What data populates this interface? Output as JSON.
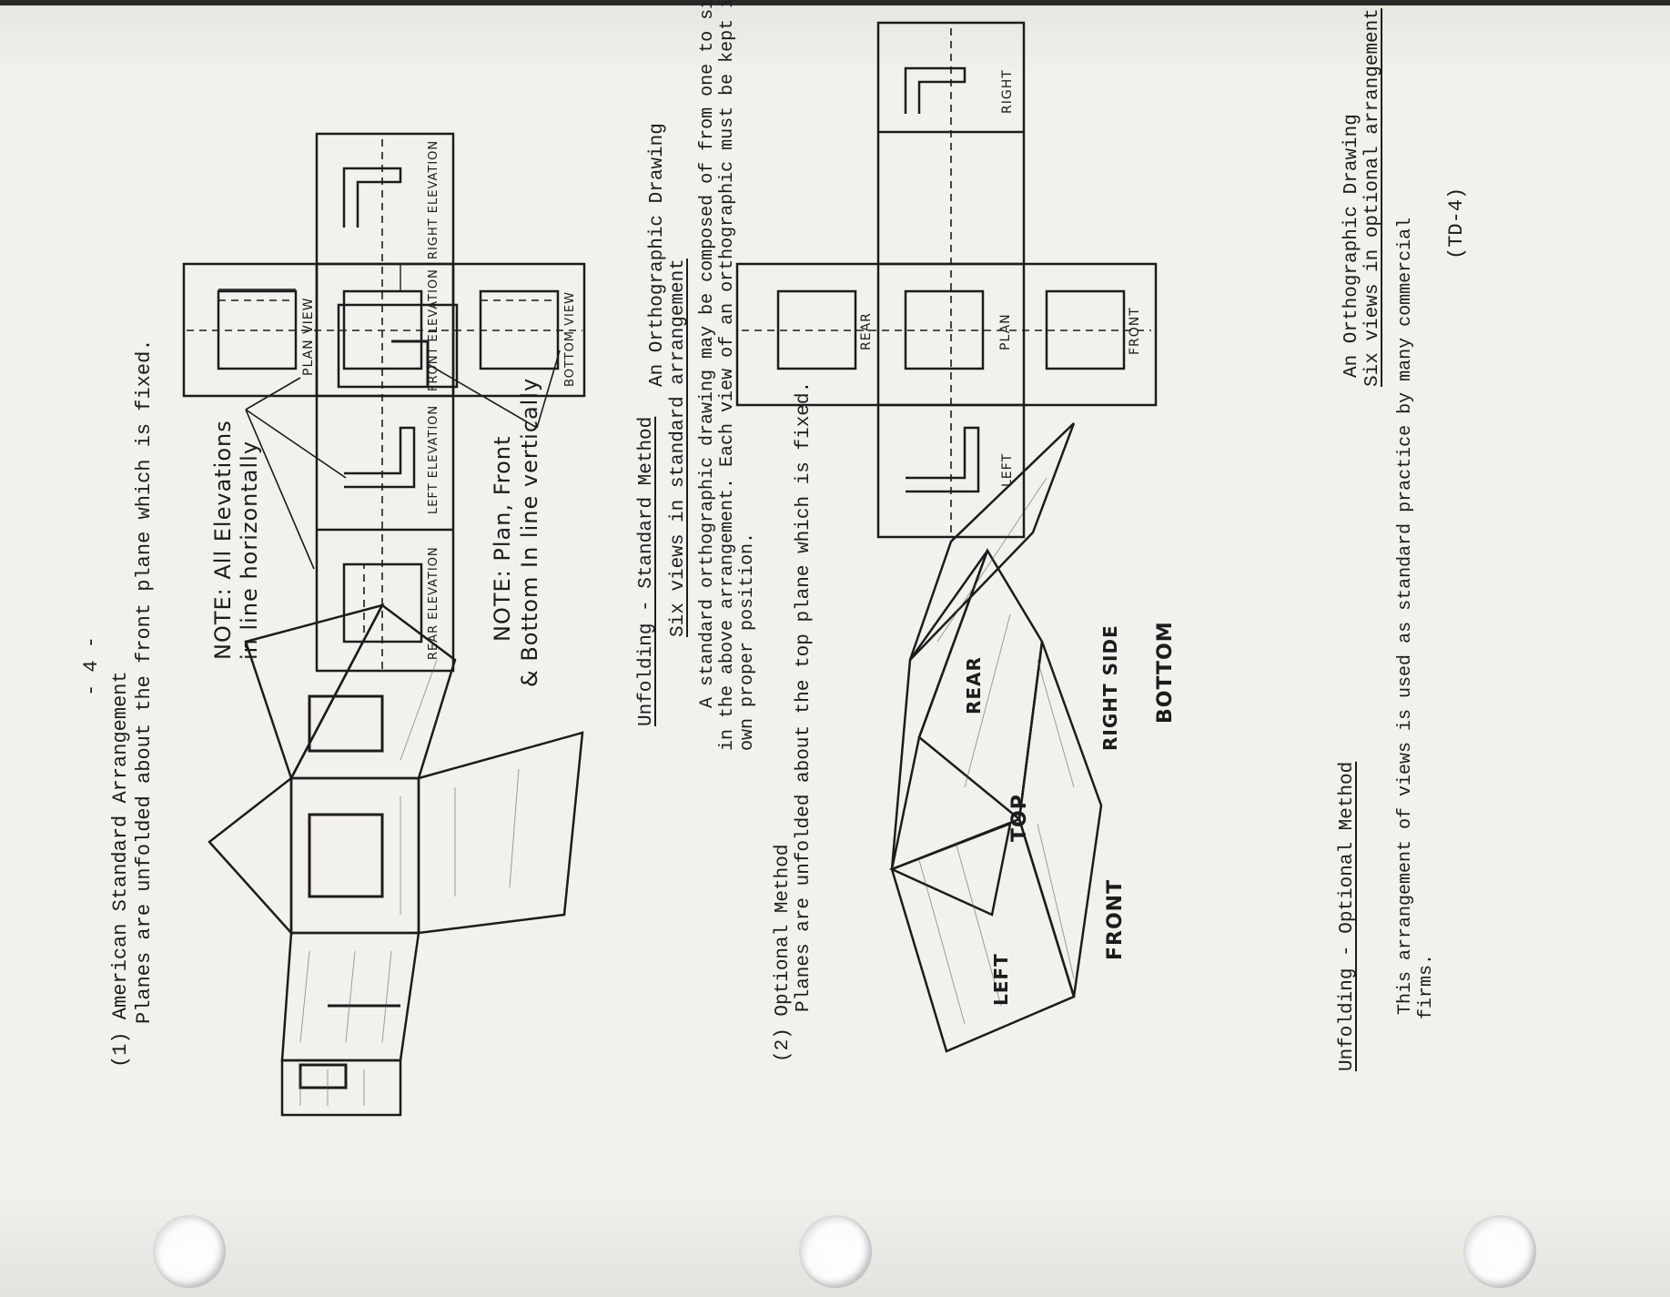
{
  "page_number": "- 4 -",
  "section1": {
    "heading": "(1) American Standard Arrangement",
    "subline": "Planes are unfolded about the front plane which is fixed."
  },
  "standard_diagram": {
    "note_horizontal_line1": "NOTE: All Elevations",
    "note_horizontal_line2": "in line horizontally",
    "note_vertical_line1": "NOTE: Plan, Front",
    "note_vertical_line2": "& Bottom In line vertically",
    "labels": {
      "plan": "PLAN VIEW",
      "front": "FRONT ELEVATION",
      "bottom": "BOTTOM VIEW",
      "left": "LEFT ELEVATION",
      "right": "RIGHT ELEVATION",
      "rear": "REAR ELEVATION"
    },
    "caption_line1": "An Orthographic Drawing",
    "caption_line2": "Six views in standard arrangement"
  },
  "unfolding_standard": {
    "heading": "Unfolding - Standard Method",
    "body_line1": "A standard orthographic drawing may be composed of from one to six views",
    "body_line2": "in the above arrangement.  Each view of an orthographic must be kept in its",
    "body_line3": "own proper position."
  },
  "section2": {
    "heading": "(2) Optional Method",
    "subline": "Planes are unfolded about the top plane which is fixed."
  },
  "optional_diagram": {
    "labels": {
      "rear": "REAR",
      "plan": "PLAN",
      "front": "FRONT",
      "left": "LEFT",
      "right": "RIGHT"
    },
    "caption_line1": "An Orthographic Drawing",
    "caption_line2": "Six views in optional arrangement"
  },
  "folded_box": {
    "labels": {
      "top": "TOP",
      "front": "FRONT",
      "right_side": "RIGHT SIDE",
      "rear": "REAR",
      "left": "LEFT",
      "bottom": "BOTTOM"
    }
  },
  "unfolding_optional": {
    "heading": "Unfolding - Optional Method",
    "body_line1": "This arrangement of views is used as standard practice by many commercial",
    "body_line2": "firms."
  },
  "footer_code": "(TD-4)"
}
